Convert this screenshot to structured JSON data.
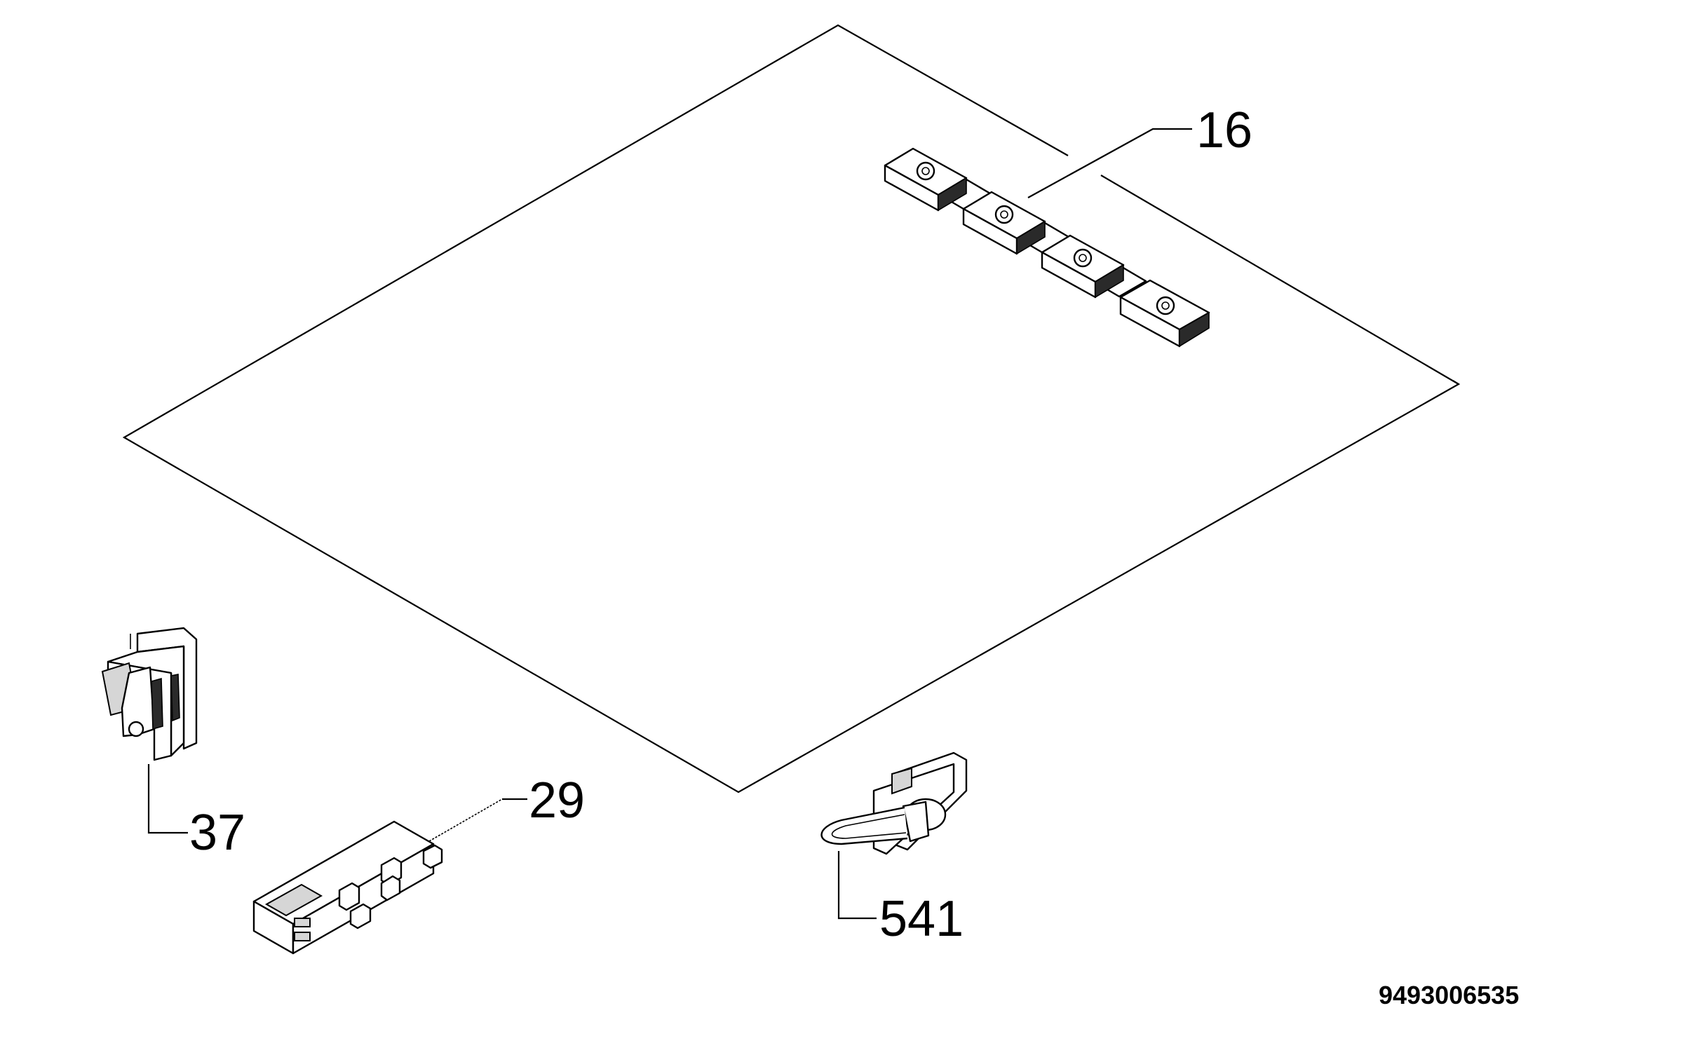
{
  "callouts": {
    "c16": "16",
    "c29": "29",
    "c37": "37",
    "c541": "541"
  },
  "drawing_code": "9493006535"
}
